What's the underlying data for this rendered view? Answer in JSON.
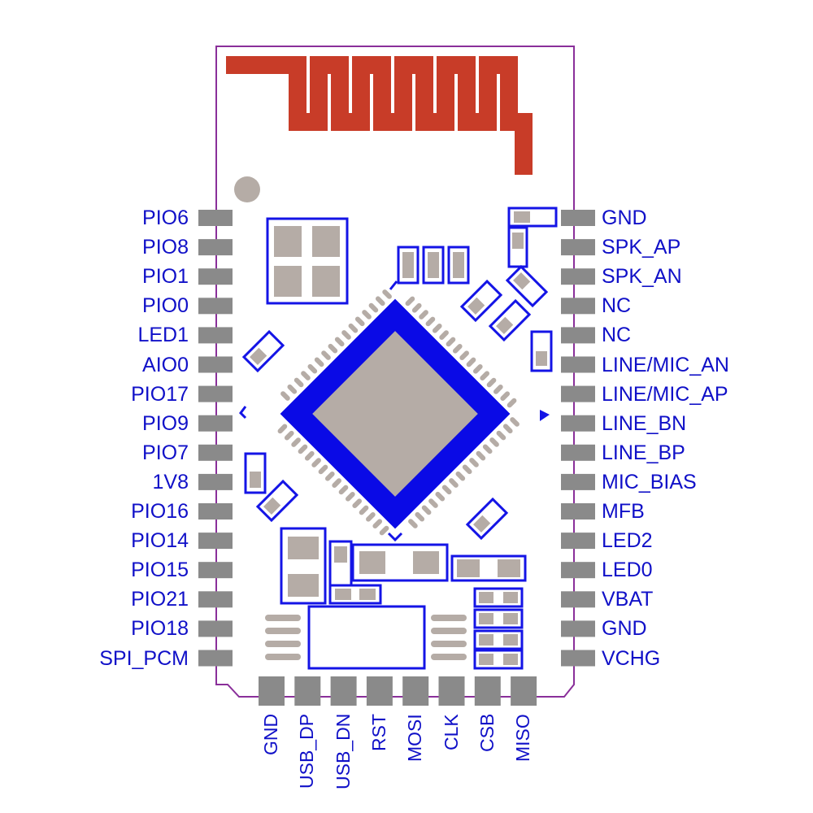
{
  "module": {
    "left_pins": [
      "PIO6",
      "PIO8",
      "PIO1",
      "PIO0",
      "LED1",
      "AIO0",
      "PIO17",
      "PIO9",
      "PIO7",
      "1V8",
      "PIO16",
      "PIO14",
      "PIO15",
      "PIO21",
      "PIO18",
      "SPI_PCM"
    ],
    "right_pins": [
      "GND",
      "SPK_AP",
      "SPK_AN",
      "NC",
      "NC",
      "LINE/MIC_AN",
      "LINE/MIC_AP",
      "LINE_BN",
      "LINE_BP",
      "MIC_BIAS",
      "MFB",
      "LED2",
      "LED0",
      "VBAT",
      "GND",
      "VCHG"
    ],
    "bottom_pins": [
      "GND",
      "USB_DP",
      "USB_DN",
      "RST",
      "MOSI",
      "CLK",
      "CSB",
      "MISO"
    ]
  },
  "colors": {
    "outline": "#8a2f9a",
    "antenna": "#c83c28",
    "pad": "#8a8a8a",
    "component_outline": "#1414e6",
    "component_pad": "#b5aca6",
    "chip_ring": "#0a0ae6",
    "label": "#1010c8"
  }
}
